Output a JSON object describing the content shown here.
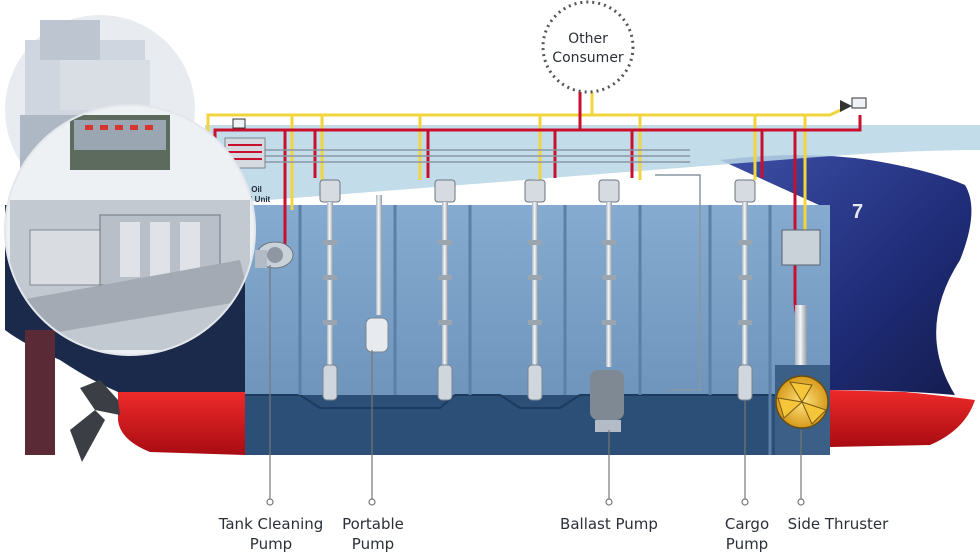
{
  "diagram": {
    "consumer": {
      "line1": "Other",
      "line2": "Consumer"
    },
    "control_unit": {
      "line1": "Hydr. Oil",
      "line2": "Control Unit"
    },
    "hull_mark": "7",
    "pumps": [
      {
        "id": "tank-cleaning",
        "line1": "Tank Cleaning",
        "line2": "Pump"
      },
      {
        "id": "portable",
        "line1": "Portable",
        "line2": "Pump"
      },
      {
        "id": "ballast",
        "line1": "Ballast Pump",
        "line2": ""
      },
      {
        "id": "cargo",
        "line1": "Cargo",
        "line2": "Pump"
      },
      {
        "id": "side-thruster",
        "line1": "Side Thruster",
        "line2": ""
      }
    ],
    "colors": {
      "supply_line": "#c8102e",
      "return_line": "#f2d53c",
      "tank_upper": "#7fa6cb",
      "tank_lower": "#2b4f77",
      "hull_dark": "#1b2a4a",
      "hull_bow": "#2b3a8c",
      "hull_red": "#d4141c",
      "deck": "#b9d6e6"
    }
  }
}
